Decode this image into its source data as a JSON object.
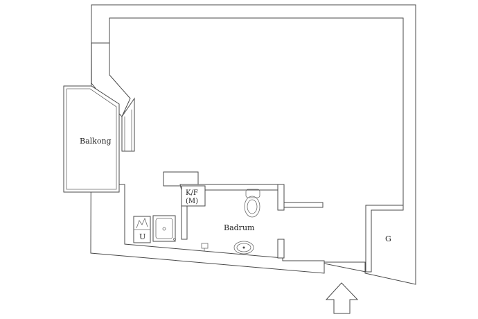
{
  "labels": {
    "balcony": "Balkong",
    "wardrobe": "K/F",
    "wardrobe_sub": "(M)",
    "bathroom": "Badrum",
    "laundry": "U",
    "storage": "G"
  },
  "colors": {
    "wall": "#4a4a4a",
    "background": "#ffffff",
    "text": "#222222"
  },
  "icons": {
    "entrance": "entrance-arrow-icon",
    "toilet": "toilet-icon",
    "sink": "sink-icon",
    "stove": "stove-icon",
    "washer": "washer-icon"
  }
}
